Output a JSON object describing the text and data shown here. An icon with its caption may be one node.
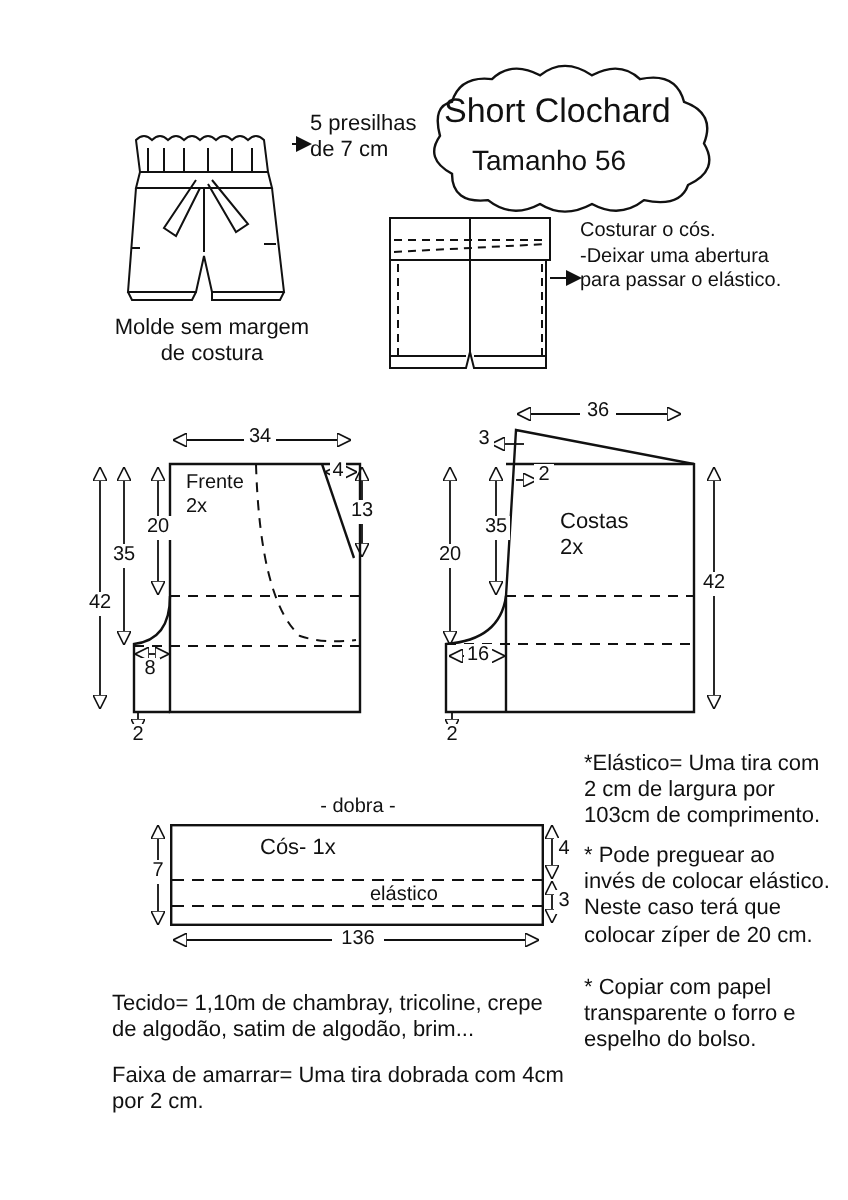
{
  "diagram": {
    "nodes": [
      {
        "text": [],
        "shape": "picture",
        "beside": [
          "Molde sem margem de costura"
        ]
      },
      {
        "text": [
          "5 presilhas de 7 cm"
        ]
      },
      {
        "text": [
          "Short Clochard",
          "Tamanho 56"
        ]
      },
      {
        "text": [],
        "shape": "picture"
      },
      {
        "text": [
          "Costurar o cós.",
          "-Deixar uma abertura para passar o elástico."
        ]
      },
      {
        "text": [
          "Frente 2x"
        ]
      },
      {
        "text": [
          "Costas 2x"
        ]
      },
      {
        "text": [
          "Cós- 1x",
          "elástico"
        ]
      }
    ],
    "edges": [
      {
        "from": 0,
        "to": 1,
        "arrow": "to"
      },
      {
        "from": 3,
        "to": 4,
        "arrow": "to"
      }
    ],
    "labels": [
      "34",
      "4",
      "20",
      "35",
      "42",
      "13",
      "8",
      "2",
      "36",
      "3",
      "2",
      "20",
      "35",
      "42",
      "16",
      "2",
      "- dobra -",
      "7",
      "4",
      "3",
      "136",
      "*Elástico= Uma tira com 2 cm de largura por 103cm de comprimento.",
      "* Pode preguear ao invés de colocar elástico. Neste caso terá que colocar zíper de 20 cm.",
      "* Copiar com papel transparente o forro e espelho do bolso.",
      "Tecido= 1,10m de chambray, tricoline, crepe de algodão, satim de algodão, brim...",
      "Faixa de amarrar= Uma tira dobrada com 4cm por 2 cm."
    ]
  }
}
